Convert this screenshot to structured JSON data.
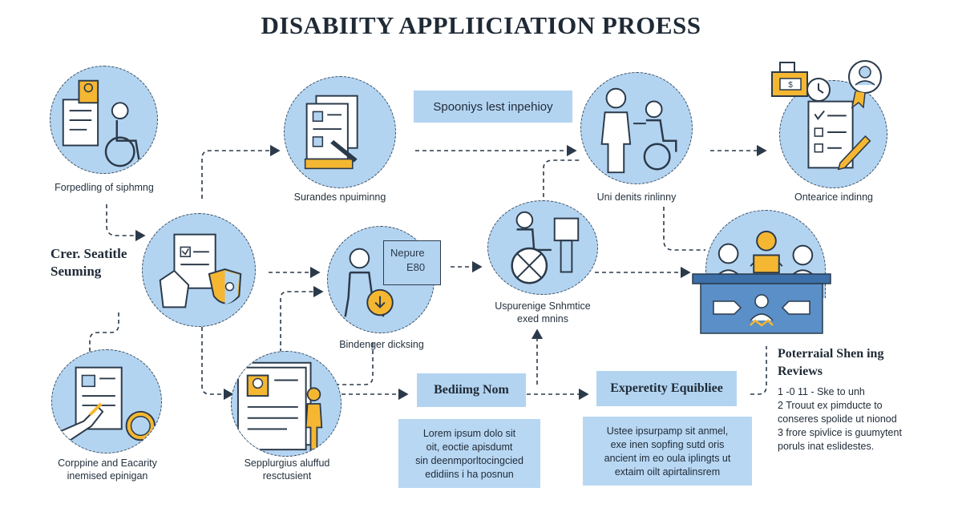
{
  "title": "DISABIITY APPLIICIATION PROESS",
  "nodes": {
    "n1": {
      "caption": "Forpedling of siphmng",
      "icon": "wheelchair-form-icon"
    },
    "n2": {
      "caption": "Surandes npuiminng",
      "icon": "documents-pencil-icon"
    },
    "n3": {
      "caption": "Uni denits rinlinny",
      "icon": "caregiver-wheelchair-icon"
    },
    "n4": {
      "caption": "Ontearice indinng",
      "icon": "checklist-form-icon"
    },
    "n5": {
      "label_lines": [
        "Crer. Seatitle",
        "Seuming"
      ],
      "icon": "document-shield-icon"
    },
    "n6": {
      "caption": "Bindenger dicksing",
      "screen_lines": [
        "Nepure",
        "E80"
      ],
      "icon": "person-screen-icon"
    },
    "n7": {
      "caption_lines": [
        "Uspurenige Snhmtice",
        "exed mnins"
      ],
      "icon": "wheelchair-computer-icon"
    },
    "n8": {
      "caption_lines": [
        "Corppine and Eacarity",
        "inemised epinigan"
      ],
      "icon": "signing-document-icon"
    },
    "n9": {
      "caption_lines": [
        "Sepplurgius aluffud",
        "resctusient"
      ],
      "icon": "profile-card-icon"
    },
    "n10": {
      "icon": "review-panel-icon"
    }
  },
  "boxes": {
    "b1": "Spooniys lest inpehioy",
    "b2": "Bediimg Nom",
    "b3": "Experetity Equibliee"
  },
  "textboxes": {
    "t1": [
      "Lorem ipsum dolo sit",
      "oit, eoctie apisdumt",
      "sin deenmporltocingcied",
      "edidiins i ha posnun"
    ],
    "t2": [
      "Ustee ipsurpamp sit anmel,",
      "exe inen sopfing sutd oris",
      "ancient im eo oula iplingts ut",
      "extaim oilt apirtalinsrem"
    ]
  },
  "reviews": {
    "heading_lines": [
      "Poterraial Shen ing",
      "Reviews"
    ],
    "items": [
      "1  -0 11 -  Ske to unh",
      "2  Trouut ex pimducte  to",
      "conseres spolide ut nionod",
      "3 frore spivlice is guumytent",
      "poruls inat eslidestes."
    ]
  },
  "colors": {
    "circle_fill": "#b3d4f1",
    "accent_yellow": "#f5b731",
    "outline": "#2b3a4a",
    "box_fill": "#b3d4f1"
  }
}
